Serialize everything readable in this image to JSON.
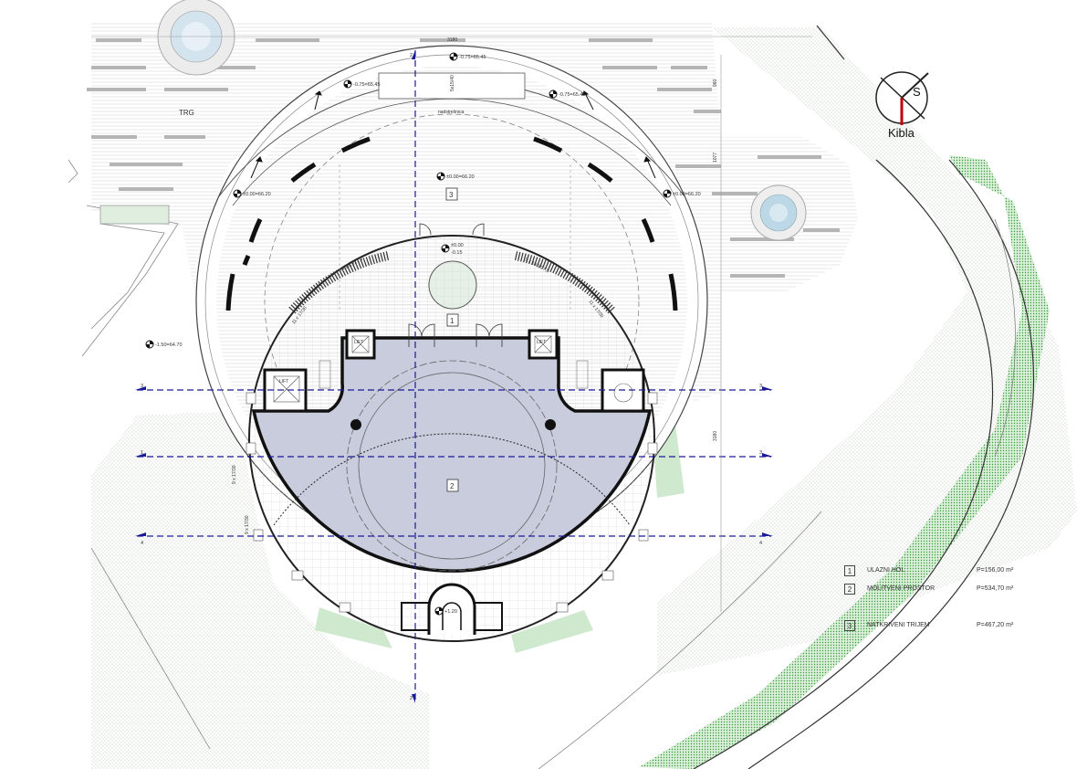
{
  "labels": {
    "trg": "TRG",
    "nadstresnica": "nadstrešnica",
    "lift": "LIFT",
    "room1": "1",
    "room2": "2",
    "room3": "3",
    "dim_top": "3180",
    "dim_right_a": "1077",
    "dim_right_b": "3180",
    "dim_right_c": "960",
    "stair_top": "5x15/40",
    "stair_left_side": "9 x 17/30",
    "stair_left_side_b": "9 x 17/30",
    "stair_arc_left": "9 x 18,3/27,8",
    "stair_arc_right": "9 x 18,3/27,8",
    "stair_arc_left_b": "11 x 17/30",
    "stair_arc_right_b": "11 x 17/30"
  },
  "elevations": {
    "top": "-0.75=65.45",
    "top_left": "-0.75=65.45",
    "top_right": "-0.75=65.45",
    "left": "±0.00=66.20",
    "right": "±0.00=66.20",
    "center": "±0.00=66.20",
    "hall": "±0.00",
    "hall_sub": "-0.15",
    "outside_left": "-1.50=64.70",
    "mihrab": "+1.20"
  },
  "sections": {
    "s3_left": "3",
    "s3_right": "3",
    "s1_left": "1",
    "s1_right": "3",
    "s4_left": "4",
    "s4_right": "4",
    "v_top": "2",
    "v_bottom": "2"
  },
  "compass": {
    "north": "S",
    "label": "Kibla"
  },
  "legend": [
    {
      "num": "1",
      "name": "ULAZNI HOL",
      "area": "P=156,00 m²"
    },
    {
      "num": "2",
      "name": "MOLITVENI PROSTOR",
      "area": "P=534,70 m²"
    },
    {
      "num": "3",
      "name": "NATKRIVENI TRIJEM",
      "area": "P=467,20 m²"
    }
  ],
  "colors": {
    "prayer_fill": "#c8ccdc",
    "section_line": "#1a1a99",
    "grass": "#8bc48b",
    "paving": "#b0b0b0"
  }
}
